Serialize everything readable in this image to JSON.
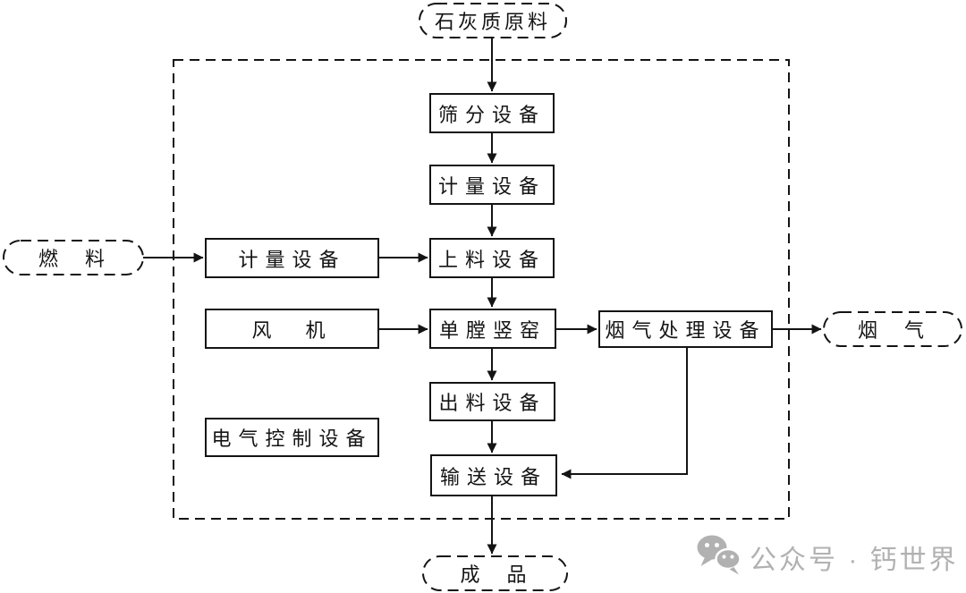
{
  "colors": {
    "line": "#141414",
    "background": "#ffffff",
    "watermark_gray": "#b1b1b1"
  },
  "nodes": {
    "limestone_raw": {
      "label": "石灰质原料",
      "shape": "stadium-dashed"
    },
    "screening": {
      "label": "筛分设备",
      "shape": "rect"
    },
    "metering_top": {
      "label": "计量设备",
      "shape": "rect"
    },
    "feeding": {
      "label": "上料设备",
      "shape": "rect"
    },
    "fuel": {
      "label": "燃　料",
      "shape": "stadium-dashed"
    },
    "metering_left": {
      "label": "计量设备",
      "shape": "rect"
    },
    "fan": {
      "label": "风　机",
      "shape": "rect"
    },
    "kiln": {
      "label": "单膛竖窑",
      "shape": "rect"
    },
    "flue_treatment": {
      "label": "烟气处理设备",
      "shape": "rect"
    },
    "flue_gas": {
      "label": "烟　气",
      "shape": "stadium-dashed"
    },
    "discharge": {
      "label": "出料设备",
      "shape": "rect"
    },
    "electric_control": {
      "label": "电气控制设备",
      "shape": "rect"
    },
    "conveying": {
      "label": "输送设备",
      "shape": "rect"
    },
    "product": {
      "label": "成　品",
      "shape": "stadium-dashed"
    }
  },
  "edges": [
    {
      "from": "limestone_raw",
      "to": "screening"
    },
    {
      "from": "screening",
      "to": "metering_top"
    },
    {
      "from": "metering_top",
      "to": "feeding"
    },
    {
      "from": "fuel",
      "to": "metering_left"
    },
    {
      "from": "metering_left",
      "to": "feeding"
    },
    {
      "from": "feeding",
      "to": "kiln"
    },
    {
      "from": "fan",
      "to": "kiln"
    },
    {
      "from": "kiln",
      "to": "flue_treatment"
    },
    {
      "from": "flue_treatment",
      "to": "flue_gas"
    },
    {
      "from": "kiln",
      "to": "discharge"
    },
    {
      "from": "discharge",
      "to": "conveying"
    },
    {
      "from": "flue_treatment",
      "to": "conveying"
    },
    {
      "from": "conveying",
      "to": "product"
    }
  ],
  "watermark": {
    "text": "公众号 · 钙世界",
    "icon": "wechat-icon"
  }
}
